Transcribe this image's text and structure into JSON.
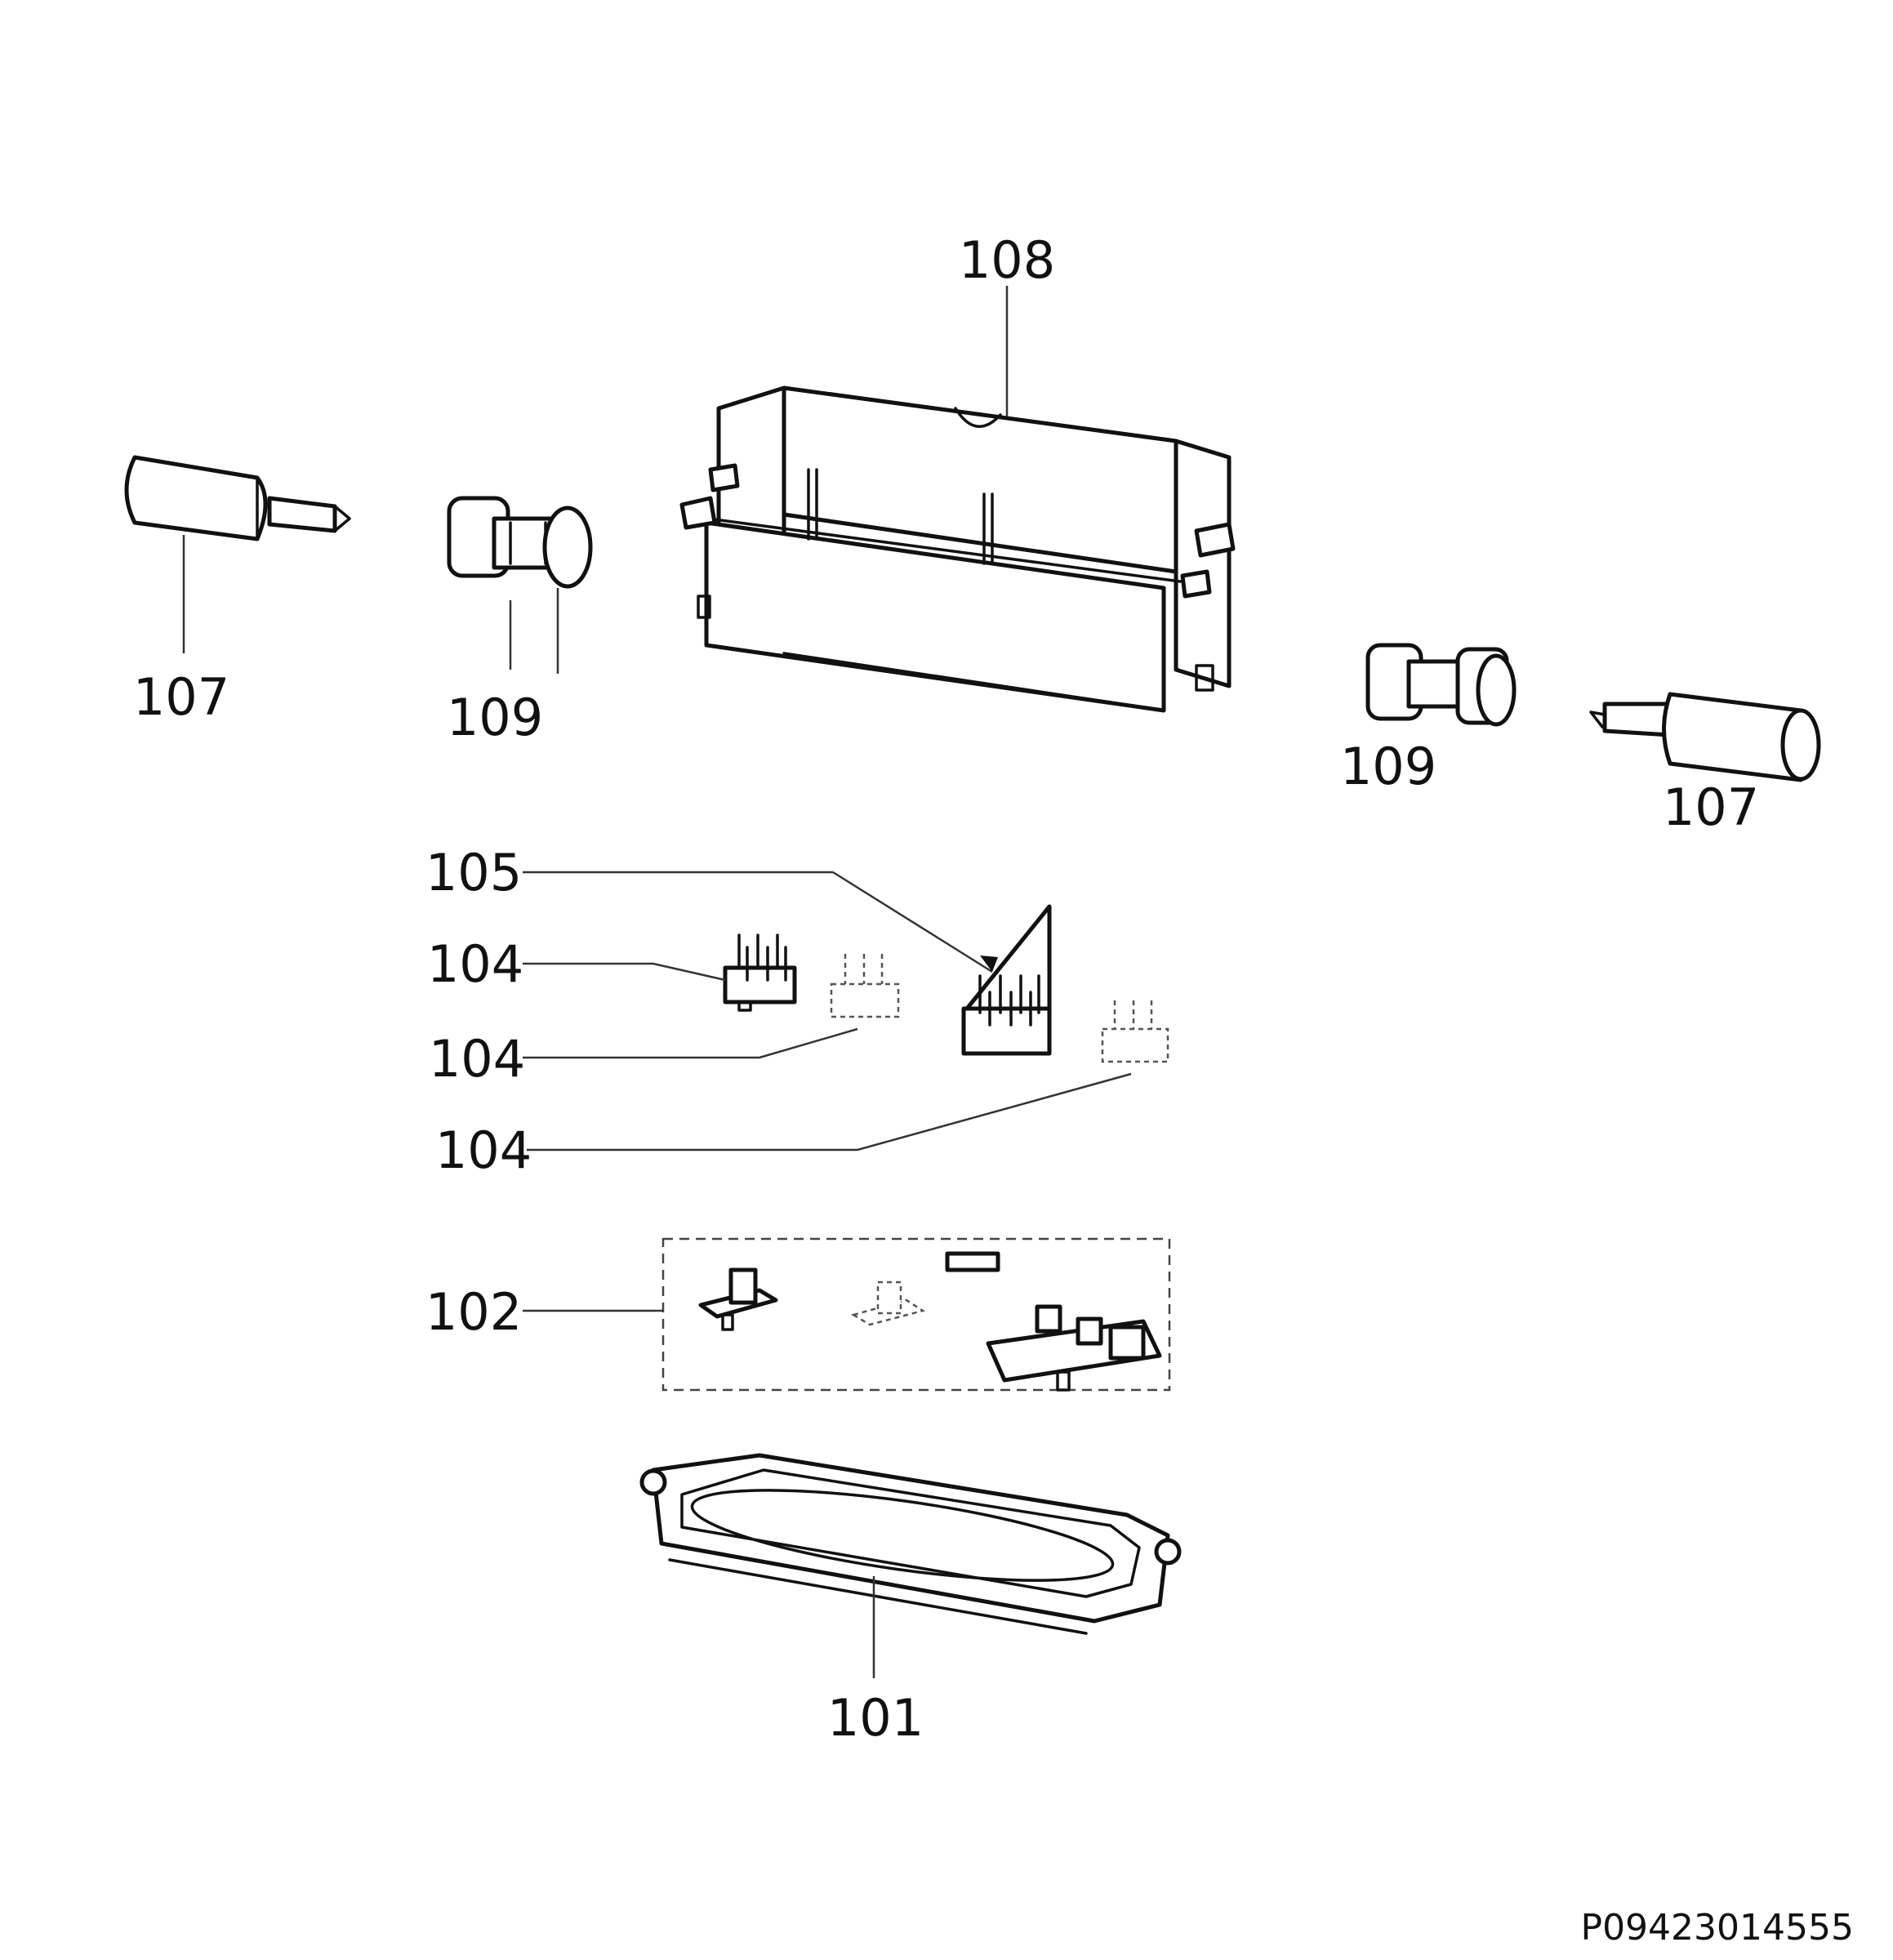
{
  "callouts": {
    "c108": "108",
    "c107_left": "107",
    "c109_left": "109",
    "c109_right": "109",
    "c107_right": "107",
    "c105": "105",
    "c104_a": "104",
    "c104_b": "104",
    "c104_c": "104",
    "c102": "102",
    "c101": "101"
  },
  "drawing_code": "P09423014555"
}
